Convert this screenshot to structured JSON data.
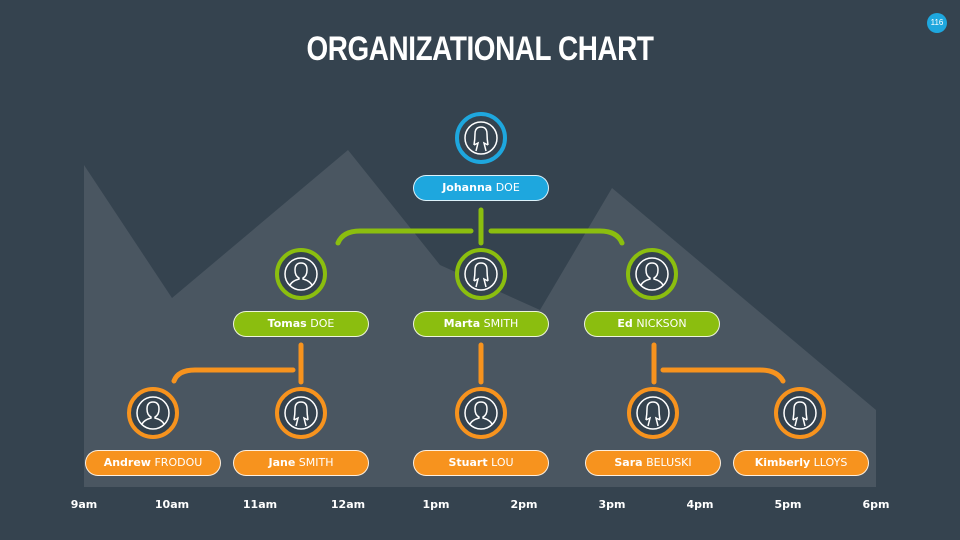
{
  "slide": {
    "title": "ORGANIZATIONAL CHART",
    "page_number": "116"
  },
  "colors": {
    "background": "#35434f",
    "mountain": "#4a5661",
    "level1": "#1ea7de",
    "level2": "#8bbe0f",
    "level3": "#f7931e",
    "text": "#ffffff"
  },
  "org": {
    "root": {
      "first": "Johanna",
      "last": "DOE",
      "icon": "female-user-icon"
    },
    "managers": [
      {
        "first": "Tomas",
        "last": "DOE",
        "icon": "male-user-icon"
      },
      {
        "first": "Marta",
        "last": "SMITH",
        "icon": "female-user-icon"
      },
      {
        "first": "Ed",
        "last": "NICKSON",
        "icon": "male-user-icon"
      }
    ],
    "staff": [
      {
        "first": "Andrew",
        "last": "FRODOU",
        "icon": "male-user-icon",
        "manager": "Tomas DOE"
      },
      {
        "first": "Jane",
        "last": "SMITH",
        "icon": "female-user-icon",
        "manager": "Tomas DOE"
      },
      {
        "first": "Stuart",
        "last": "LOU",
        "icon": "male-user-icon",
        "manager": "Marta SMITH"
      },
      {
        "first": "Sara",
        "last": "BELUSKI",
        "icon": "female-user-icon",
        "manager": "Ed NICKSON"
      },
      {
        "first": "Kimberly",
        "last": "LLOYS",
        "icon": "female-user-icon",
        "manager": "Ed NICKSON"
      }
    ]
  },
  "timeline": {
    "labels": [
      "9am",
      "10am",
      "11am",
      "12am",
      "1pm",
      "2pm",
      "3pm",
      "4pm",
      "5pm",
      "6pm"
    ]
  }
}
